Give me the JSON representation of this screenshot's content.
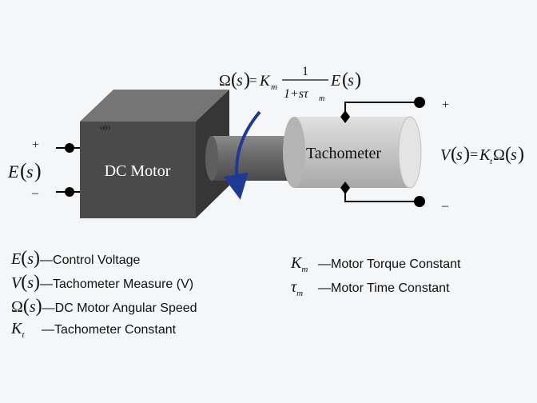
{
  "motor": {
    "label": "DC Motor",
    "small_mark": "ω(t)"
  },
  "tachometer": {
    "label": "Tachometer"
  },
  "input": {
    "symbol_var": "E",
    "symbol_arg": "s",
    "plus": "+",
    "minus": "–"
  },
  "output": {
    "equation": "V(s)=KtΩ(s)",
    "v": "V",
    "s": "s",
    "eq": "=",
    "k": "K",
    "k_sub": "t",
    "omega": "Ω",
    "plus": "+",
    "minus": "–"
  },
  "transfer": {
    "lhs": "Ω(s)=",
    "km": "K",
    "km_sub": "m",
    "numerator": "1",
    "denominator": "1+sτ",
    "denominator_sub": "m",
    "rhs": "E(s)"
  },
  "legend_left": [
    {
      "sym": "E",
      "arg": "s",
      "desc": "—Control Voltage"
    },
    {
      "sym": "V",
      "arg": "s",
      "desc": "—Tachometer Measure (V)"
    },
    {
      "sym": "Ω",
      "arg": "s",
      "desc": "—DC Motor Angular Speed"
    },
    {
      "sym": "K",
      "sub": "t",
      "desc": "—Tachometer Constant"
    }
  ],
  "legend_right": [
    {
      "sym": "K",
      "sub": "m",
      "desc": "—Motor Torque Constant"
    },
    {
      "sym": "τ",
      "sub": "m",
      "desc": "—Motor Time Constant"
    }
  ],
  "colors": {
    "arrow": "#1f3a93",
    "motor_front": "#4a4a4a",
    "motor_top": "#707070",
    "motor_side": "#383838",
    "shaft": "#6c6c6c",
    "tacho": "#c8c8c8"
  }
}
